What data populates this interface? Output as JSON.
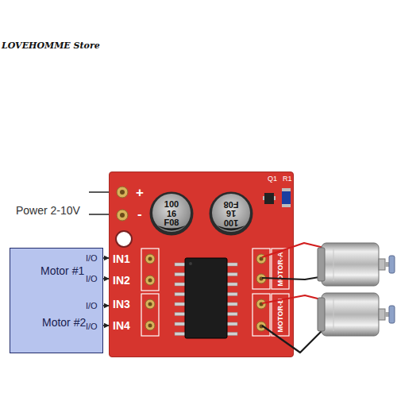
{
  "diagram": {
    "nodes": [
      {
        "text": [
          "Q1",
          "R1",
          "+",
          "-",
          "IN1",
          "IN2",
          "IN3",
          "IN4",
          "MOTOR-A",
          "MOTOR-B"
        ]
      },
      {
        "text": [
          "100 16 F08"
        ],
        "in": 0
      },
      {
        "text": [
          "100 16 F08"
        ],
        "in": 0
      },
      {
        "text": [
          "Motor #1",
          "I/O",
          "I/O",
          "Motor #2",
          "I/O",
          "I/O"
        ]
      }
    ],
    "edges": [
      {
        "from": 3,
        "to": 0,
        "arrow": "to"
      },
      {
        "from": 3,
        "to": 0,
        "arrow": "to"
      },
      {
        "from": 3,
        "to": 0,
        "arrow": "to"
      },
      {
        "from": 3,
        "to": 0,
        "arrow": "to"
      }
    ],
    "labels": [
      "LOVEHOMME Store",
      "Power 2-10V"
    ]
  }
}
